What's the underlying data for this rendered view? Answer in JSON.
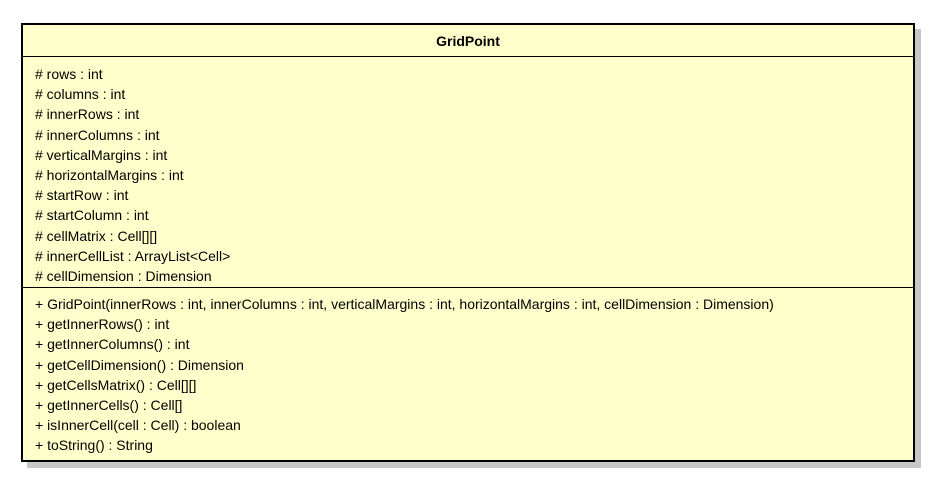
{
  "class": {
    "name": "GridPoint",
    "attributes": [
      "# rows : int",
      "# columns : int",
      "# innerRows : int",
      "# innerColumns : int",
      "# verticalMargins : int",
      "# horizontalMargins : int",
      "# startRow : int",
      "# startColumn : int",
      "# cellMatrix : Cell[][]",
      "# innerCellList : ArrayList<Cell>",
      "# cellDimension : Dimension"
    ],
    "operations": [
      "+ GridPoint(innerRows : int, innerColumns : int, verticalMargins : int, horizontalMargins : int, cellDimension : Dimension)",
      "+ getInnerRows() : int",
      "+ getInnerColumns() : int",
      "+ getCellDimension() : Dimension",
      "+ getCellsMatrix() : Cell[][]",
      "+ getInnerCells() : Cell[]",
      "+ isInnerCell(cell : Cell) : boolean",
      "+ toString() : String"
    ]
  },
  "colors": {
    "fill": "#ffffcc",
    "border": "#000000",
    "shadow": "#c7c7c7"
  }
}
